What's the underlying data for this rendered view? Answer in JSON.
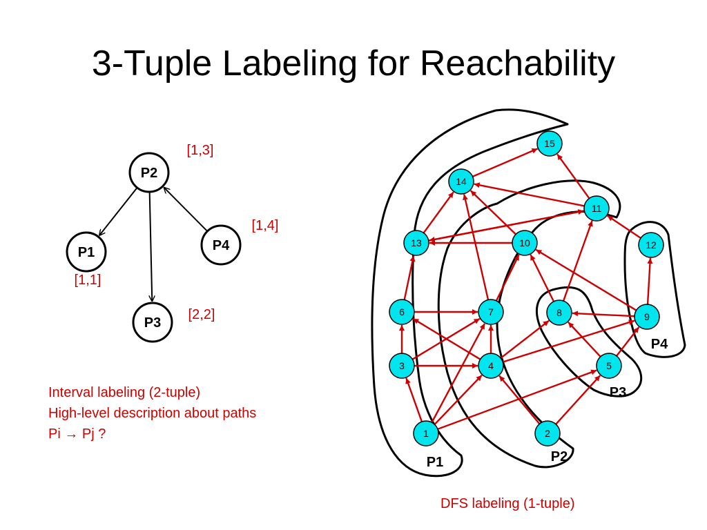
{
  "title": "3-Tuple Labeling for Reachability",
  "left_graph": {
    "nodes": [
      {
        "id": "P2",
        "label": "P2",
        "interval": "[1,3]"
      },
      {
        "id": "P1",
        "label": "P1",
        "interval": "[1,1]"
      },
      {
        "id": "P4",
        "label": "P4",
        "interval": "[1,4]"
      },
      {
        "id": "P3",
        "label": "P3",
        "interval": "[2,2]"
      }
    ],
    "edges": [
      [
        "P2",
        "P1"
      ],
      [
        "P2",
        "P3"
      ],
      [
        "P4",
        "P2"
      ]
    ]
  },
  "notes": [
    "Interval labeling (2-tuple)",
    "High-level description about paths",
    "Pi → Pj ?"
  ],
  "right_graph": {
    "nodes": [
      "1",
      "2",
      "3",
      "4",
      "5",
      "6",
      "7",
      "8",
      "9",
      "10",
      "11",
      "12",
      "13",
      "14",
      "15"
    ],
    "edges": [
      [
        "1",
        "3"
      ],
      [
        "1",
        "4"
      ],
      [
        "1",
        "5"
      ],
      [
        "1",
        "7"
      ],
      [
        "2",
        "4"
      ],
      [
        "2",
        "5"
      ],
      [
        "3",
        "6"
      ],
      [
        "3",
        "4"
      ],
      [
        "3",
        "7"
      ],
      [
        "4",
        "7"
      ],
      [
        "4",
        "6"
      ],
      [
        "4",
        "9"
      ],
      [
        "4",
        "8"
      ],
      [
        "5",
        "9"
      ],
      [
        "5",
        "8"
      ],
      [
        "6",
        "7"
      ],
      [
        "6",
        "13"
      ],
      [
        "7",
        "10"
      ],
      [
        "7",
        "14"
      ],
      [
        "8",
        "10"
      ],
      [
        "8",
        "11"
      ],
      [
        "9",
        "8"
      ],
      [
        "9",
        "12"
      ],
      [
        "9",
        "10"
      ],
      [
        "10",
        "14"
      ],
      [
        "10",
        "13"
      ],
      [
        "11",
        "15"
      ],
      [
        "11",
        "14"
      ],
      [
        "11",
        "13"
      ],
      [
        "12",
        "11"
      ],
      [
        "13",
        "14"
      ],
      [
        "13",
        "11"
      ],
      [
        "14",
        "15"
      ]
    ],
    "path_labels": [
      "P1",
      "P2",
      "P3",
      "P4"
    ]
  },
  "dfs_caption": "DFS labeling (1-tuple)",
  "colors": {
    "edge_red": "#cc0000",
    "node_cyan": "#00e5ee",
    "text_red": "#cc0000"
  }
}
